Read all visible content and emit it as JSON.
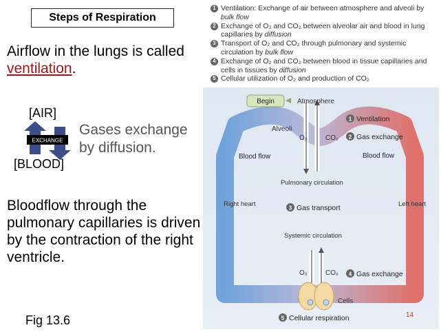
{
  "slide": {
    "title": "Steps of Respiration",
    "airflow_pre": "Airflow in the lungs is called ",
    "airflow_key": "ventilation",
    "airflow_post": ".",
    "air_label": "[AIR]",
    "exchange_label": "EXCHANGE",
    "blood_label": "[BLOOD]",
    "gases_line1": "Gases exchange",
    "gases_line2": "by diffusion.",
    "bloodflow": "Bloodflow through the pulmonary capillaries is driven by the contraction of the right ventricle.",
    "fig": "Fig 13.6",
    "page": "14"
  },
  "steps": [
    {
      "num": "1",
      "text": "Ventilation: Exchange of air between atmosphere and alveoli by ",
      "em": "bulk flow"
    },
    {
      "num": "2",
      "text": "Exchange of O₂ and CO₂ between alveolar air and blood in lung capillaries by ",
      "em": "diffusion"
    },
    {
      "num": "3",
      "text": "Transport of O₂ and CO₂ through pulmonary and systemic circulation by ",
      "em": "bulk flow"
    },
    {
      "num": "4",
      "text": "Exchange of O₂ and CO₂ between blood in tissue capillaries and cells in tissues by ",
      "em": "diffusion"
    },
    {
      "num": "5",
      "text": "Cellular utilization of O₂ and production of CO₂",
      "em": ""
    }
  ],
  "diagram": {
    "begin": "Begin",
    "atmosphere": "Atmosphere",
    "alveoli": "Alveoli",
    "o2_top": "O₂",
    "co2_top": "CO₂",
    "o2_bottom": "O₂",
    "co2_bottom": "CO₂",
    "blood_flow_left": "Blood flow",
    "blood_flow_right": "Blood flow",
    "pulmonary": "Pulmonary circulation",
    "systemic": "Systemic circulation",
    "right_heart": "Right heart",
    "left_heart": "Left heart",
    "cells": "Cells",
    "step1": "Ventilation",
    "step2": "Gas exchange",
    "step3": "Gas transport",
    "step4": "Gas exchange",
    "step5": "Cellular respiration",
    "num1": "1",
    "num2": "2",
    "num3": "3",
    "num4": "4",
    "num5": "5"
  }
}
